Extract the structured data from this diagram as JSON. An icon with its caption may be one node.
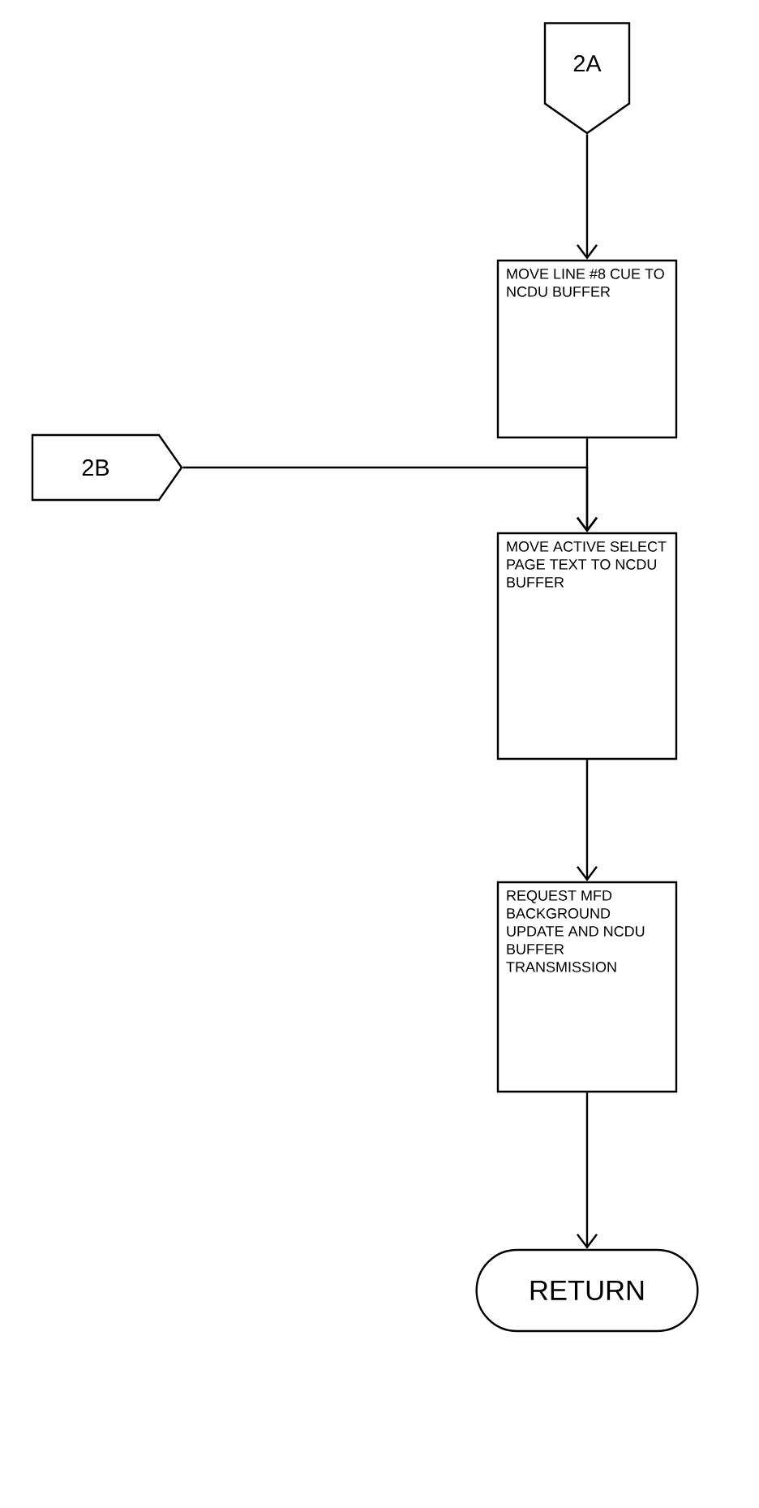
{
  "diagram": {
    "nodes": [
      {
        "text": [
          "2A"
        ]
      },
      {
        "text": [
          "MOVE LINE #8 CUE TO NCDU BUFFER"
        ]
      },
      {
        "text": [
          "2B"
        ]
      },
      {
        "text": [
          "MOVE ACTIVE SELECT PAGE TEXT TO NCDU BUFFER"
        ]
      },
      {
        "text": [
          "REQUEST MFD BACKGROUND UPDATE AND NCDU BUFFER TRANSMISSION"
        ]
      },
      {
        "text": [
          "RETURN"
        ]
      }
    ],
    "edges": [
      {
        "from": 0,
        "to": 1,
        "arrow": "to"
      },
      {
        "from": 1,
        "to": 3,
        "arrow": "to"
      },
      {
        "from": 2,
        "to": 3,
        "arrow": "to"
      },
      {
        "from": 3,
        "to": 4,
        "arrow": "to"
      },
      {
        "from": 4,
        "to": 5,
        "arrow": "to"
      }
    ]
  }
}
